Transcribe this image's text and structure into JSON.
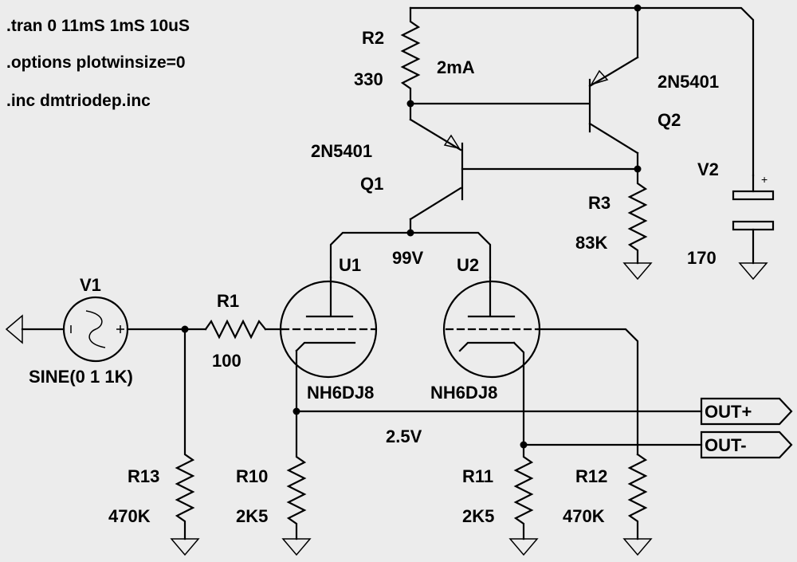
{
  "directives": [
    ".tran 0 11mS 1mS 10uS",
    ".options plotwinsize=0",
    ".inc dmtriodep.inc"
  ],
  "components": {
    "R2": {
      "ref": "R2",
      "value": "330"
    },
    "R3": {
      "ref": "R3",
      "value": "83K"
    },
    "R1": {
      "ref": "R1",
      "value": "100"
    },
    "R10": {
      "ref": "R10",
      "value": "2K5"
    },
    "R11": {
      "ref": "R11",
      "value": "2K5"
    },
    "R12": {
      "ref": "R12",
      "value": "470K"
    },
    "R13": {
      "ref": "R13",
      "value": "470K"
    },
    "Q1": {
      "ref": "Q1",
      "model": "2N5401"
    },
    "Q2": {
      "ref": "Q2",
      "model": "2N5401"
    },
    "V1": {
      "ref": "V1",
      "value": "SINE(0 1 1K)"
    },
    "V2": {
      "ref": "V2",
      "value": "170"
    },
    "U1": {
      "ref": "U1",
      "model": "NH6DJ8"
    },
    "U2": {
      "ref": "U2",
      "model": "NH6DJ8"
    }
  },
  "annotations": {
    "current": "2mA",
    "anode_voltage": "99V",
    "cathode_voltage": "2.5V"
  },
  "ports": {
    "out_plus": "OUT+",
    "out_minus": "OUT-"
  },
  "polarity": {
    "plus": "+",
    "minus": "-"
  }
}
